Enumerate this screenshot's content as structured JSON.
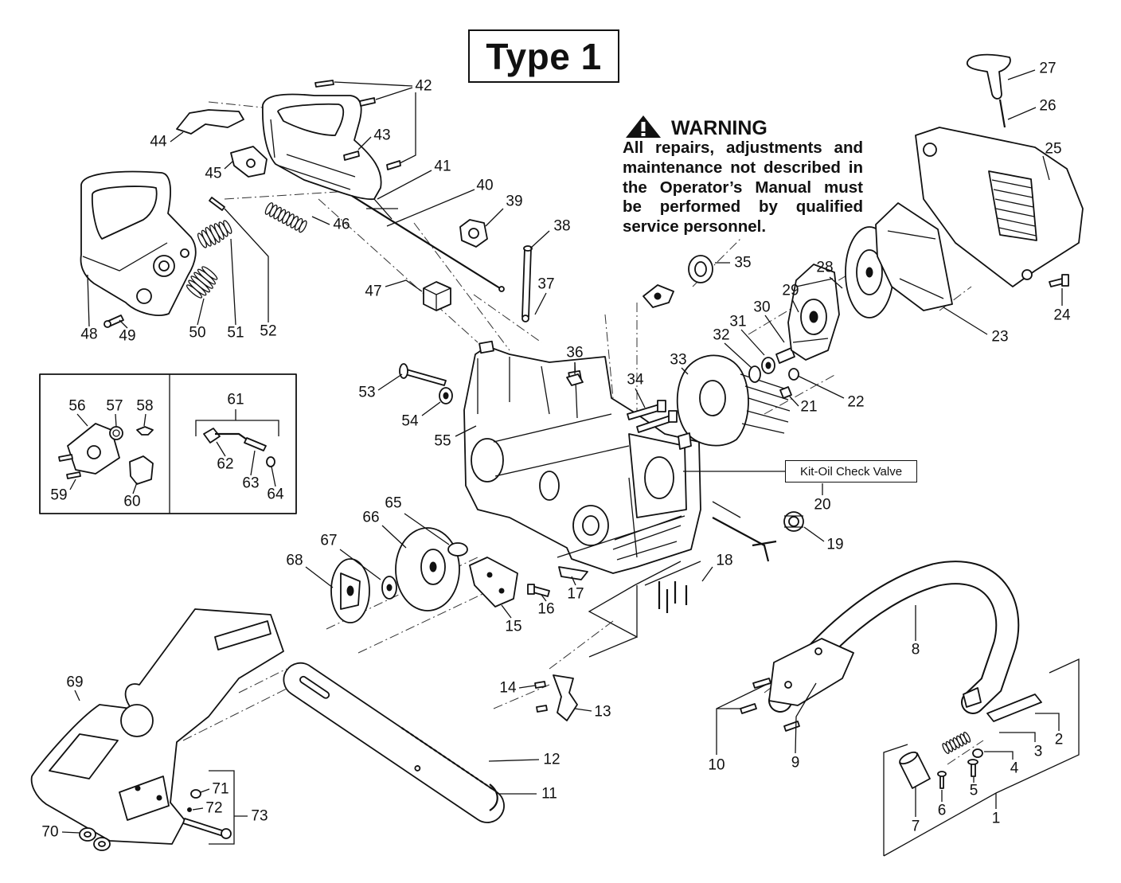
{
  "title": "Type 1",
  "warning": {
    "icon": "warning-triangle-icon",
    "heading": "WARNING",
    "lines": [
      "All repairs, adjustments and",
      "maintenance not described in",
      "the Operator’s Manual must",
      "be performed by qualified",
      "service personnel."
    ]
  },
  "callout": "Kit-Oil Check Valve",
  "parts": {
    "1": "1",
    "2": "2",
    "3": "3",
    "4": "4",
    "5": "5",
    "6": "6",
    "7": "7",
    "8": "8",
    "9": "9",
    "10": "10",
    "11": "11",
    "12": "12",
    "13": "13",
    "14": "14",
    "15": "15",
    "16": "16",
    "17": "17",
    "18": "18",
    "19": "19",
    "20": "20",
    "21": "21",
    "22": "22",
    "23": "23",
    "24": "24",
    "25": "25",
    "26": "26",
    "27": "27",
    "28": "28",
    "29": "29",
    "30": "30",
    "31": "31",
    "32": "32",
    "33": "33",
    "34": "34",
    "35": "35",
    "36": "36",
    "37": "37",
    "38": "38",
    "39": "39",
    "40": "40",
    "41": "41",
    "42": "42",
    "43": "43",
    "44": "44",
    "45": "45",
    "46": "46",
    "47": "47",
    "48": "48",
    "49": "49",
    "50": "50",
    "51": "51",
    "52": "52",
    "53": "53",
    "54": "54",
    "55": "55",
    "56": "56",
    "57": "57",
    "58": "58",
    "59": "59",
    "60": "60",
    "61": "61",
    "62": "62",
    "63": "63",
    "64": "64",
    "65": "65",
    "66": "66",
    "67": "67",
    "68": "68",
    "69": "69",
    "70": "70",
    "71": "71",
    "72": "72",
    "73": "73"
  }
}
